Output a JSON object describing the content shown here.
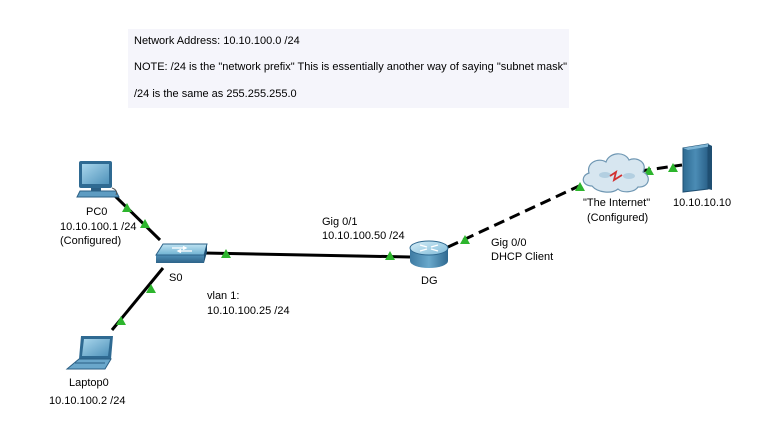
{
  "note": {
    "line1": "Network Address: 10.10.100.0 /24",
    "line2": "NOTE: /24 is the \"network prefix\" This is essentially another way of saying \"subnet mask\"",
    "line3": "/24 is the same as 255.255.255.0"
  },
  "devices": {
    "pc0": {
      "name": "PC0",
      "ip": "10.10.100.1 /24",
      "status": "(Configured)",
      "icon": "desktop-pc-icon"
    },
    "laptop0": {
      "name": "Laptop0",
      "ip": "10.10.100.2 /24",
      "icon": "laptop-icon"
    },
    "s0": {
      "name": "S0",
      "vlan_label": "vlan 1:",
      "vlan_ip": "10.10.100.25 /24",
      "icon": "switch-icon"
    },
    "dg": {
      "name": "DG",
      "gig01_label": "Gig 0/1",
      "gig01_ip": "10.10.100.50 /24",
      "gig00_label": "Gig 0/0",
      "gig00_mode": "DHCP Client",
      "icon": "router-icon"
    },
    "internet": {
      "name": "\"The Internet\"",
      "status": "(Configured)",
      "icon": "cloud-icon"
    },
    "server": {
      "ip": "10.10.10.10",
      "icon": "server-icon"
    }
  },
  "colors": {
    "link": "#000000",
    "link_indicator": "#2db52d",
    "note_background": "#f5f5fb",
    "device_blue": "#3e7fa8"
  }
}
